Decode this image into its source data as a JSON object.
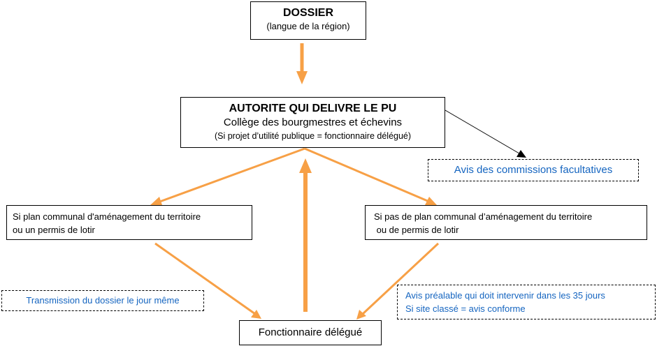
{
  "nodes": {
    "dossier": {
      "title": "DOSSIER",
      "subtitle": "(langue de la région)"
    },
    "authority": {
      "title": "AUTORITE QUI DELIVRE LE PU",
      "line2": "Collège des bourgmestres et échevins",
      "line3": "(Si projet d’utilité publique = fonctionnaire délégué)"
    },
    "left_condition": {
      "line1": "Si plan communal d'aménagement du territoire",
      "line2": "ou un permis de lotir"
    },
    "right_condition": {
      "line1": "Si pas de plan communal d’aménagement du territoire",
      "line2": " ou de permis de lotir"
    },
    "delegate": {
      "label": "Fonctionnaire délégué"
    }
  },
  "annotations": {
    "optional_advice": "Avis des commissions facultatives",
    "transmission": "Transmission du dossier le jour même",
    "prior_advice": {
      "line1": "Avis préalable qui doit intervenir dans les 35 jours",
      "line2": "Si site classé = avis conforme"
    }
  },
  "colors": {
    "arrow_orange": "#f7a046",
    "arrow_black": "#000000",
    "annotation_text": "#1565c0",
    "border": "#000000"
  }
}
